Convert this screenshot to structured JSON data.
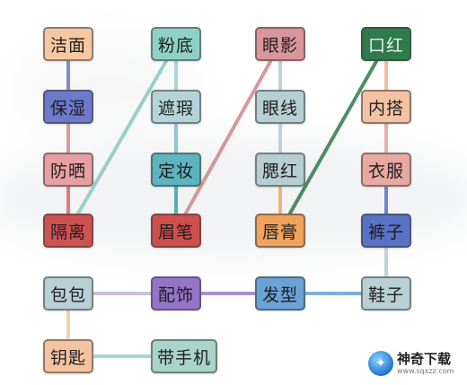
{
  "colors": {
    "peach": "#f4c9a4",
    "teal": "#8fcfc4",
    "rose": "#d79a9b",
    "green": "#2f7a4a",
    "blue": "#6a78c8",
    "slate": "#a7c6cc",
    "salmon": "#e8a9a2",
    "red": "#cc5555",
    "orange": "#e9a160",
    "navy": "#5873c4",
    "lavender": "#8b6fc4",
    "lightblue": "#5e93cf"
  },
  "tiles": [
    {
      "id": "jiemian",
      "label": "洁面",
      "color": "#f6c8a2"
    },
    {
      "id": "fendi",
      "label": "粉底",
      "color": "#8fd0c6"
    },
    {
      "id": "yanying",
      "label": "眼影",
      "color": "#d9969a"
    },
    {
      "id": "kouhong",
      "label": "口红",
      "color": "#2f7b4c"
    },
    {
      "id": "baoshi",
      "label": "保湿",
      "color": "#6d79c9"
    },
    {
      "id": "zhexia",
      "label": "遮瑕",
      "color": "#b4d4da"
    },
    {
      "id": "yanxian",
      "label": "眼线",
      "color": "#b6cfd2"
    },
    {
      "id": "neida",
      "label": "内搭",
      "color": "#f6c2a4"
    },
    {
      "id": "fangshai",
      "label": "防晒",
      "color": "#e7a0a2"
    },
    {
      "id": "dingzhuang",
      "label": "定妆",
      "color": "#5db3bf"
    },
    {
      "id": "saihong",
      "label": "腮红",
      "color": "#b6cdd2"
    },
    {
      "id": "yifu",
      "label": "衣服",
      "color": "#e7a8a2"
    },
    {
      "id": "geli",
      "label": "隔离",
      "color": "#cf5253"
    },
    {
      "id": "meibi",
      "label": "眉笔",
      "color": "#cf4f4f"
    },
    {
      "id": "chungao",
      "label": "唇膏",
      "color": "#eea35e"
    },
    {
      "id": "kuzi",
      "label": "裤子",
      "color": "#5a72c6"
    },
    {
      "id": "baobao",
      "label": "包包",
      "color": "#b7d0d6"
    },
    {
      "id": "peishi",
      "label": "配饰",
      "color": "#9474c8"
    },
    {
      "id": "faxing",
      "label": "发型",
      "color": "#6aa2d8"
    },
    {
      "id": "xiezi",
      "label": "鞋子",
      "color": "#b8d0d4"
    },
    {
      "id": "yaoshi",
      "label": "钥匙",
      "color": "#f4c4a0"
    },
    {
      "id": "daishouji",
      "label": "带手机",
      "color": "#a9d4c9"
    }
  ],
  "links": [
    {
      "from": "jiemian",
      "to": "baoshi",
      "color": "#6c7ac4"
    },
    {
      "from": "baoshi",
      "to": "fangshai",
      "color": "#d88b92"
    },
    {
      "from": "fangshai",
      "to": "geli",
      "color": "#d46b6c"
    },
    {
      "from": "geli",
      "to": "fendi",
      "color": "#86cbbd"
    },
    {
      "from": "fendi",
      "to": "zhexia",
      "color": "#9fd0c8"
    },
    {
      "from": "zhexia",
      "to": "dingzhuang",
      "color": "#7bbfca"
    },
    {
      "from": "dingzhuang",
      "to": "meibi",
      "color": "#3f9fae"
    },
    {
      "from": "meibi",
      "to": "yanying",
      "color": "#d1868c"
    },
    {
      "from": "yanying",
      "to": "yanxian",
      "color": "#b3cdd0"
    },
    {
      "from": "yanxian",
      "to": "saihong",
      "color": "#b3cdd0"
    },
    {
      "from": "saihong",
      "to": "chungao",
      "color": "#f0a766"
    },
    {
      "from": "chungao",
      "to": "kouhong",
      "color": "#2f7b4c"
    },
    {
      "from": "kouhong",
      "to": "neida",
      "color": "#f3b58e"
    },
    {
      "from": "neida",
      "to": "yifu",
      "color": "#e7a1a0"
    },
    {
      "from": "yifu",
      "to": "kuzi",
      "color": "#5a72c6"
    },
    {
      "from": "kuzi",
      "to": "xiezi",
      "color": "#b3cdd0"
    },
    {
      "from": "xiezi",
      "to": "faxing",
      "color": "#6aa2d8"
    },
    {
      "from": "faxing",
      "to": "peishi",
      "color": "#9b7bcc"
    },
    {
      "from": "peishi",
      "to": "baobao",
      "color": "#c4b8d8"
    },
    {
      "from": "baobao",
      "to": "yaoshi",
      "color": "#f0c9a4"
    },
    {
      "from": "yaoshi",
      "to": "daishouji",
      "color": "#98d0c4"
    }
  ],
  "logo": {
    "name": "神奇下载",
    "url": "www.sqxzz.com"
  }
}
